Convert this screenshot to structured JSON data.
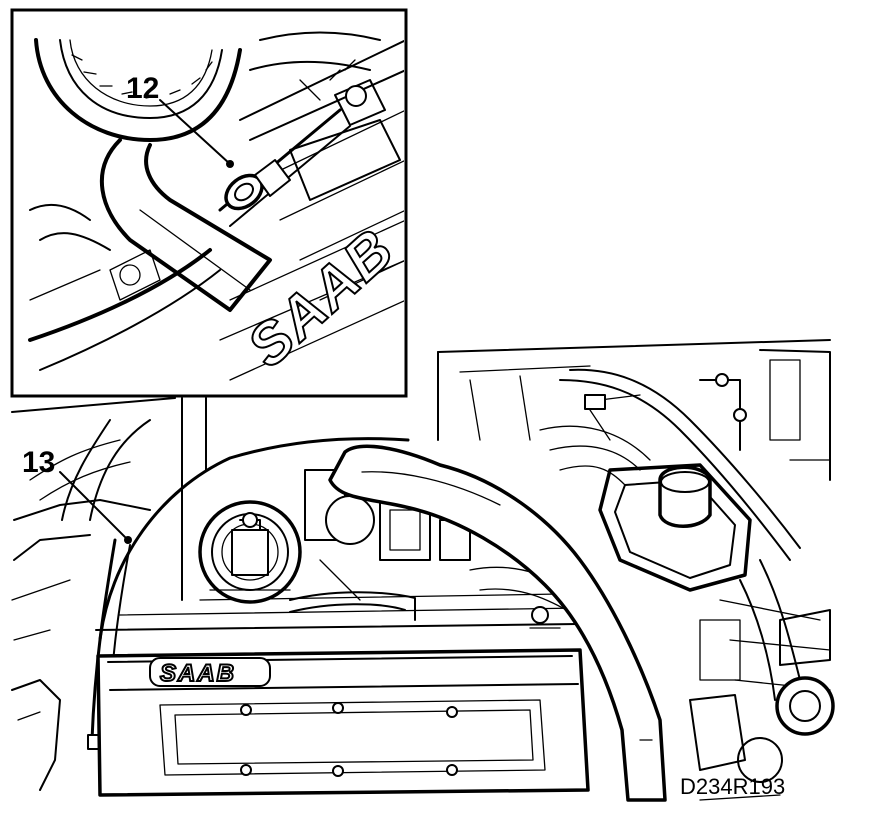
{
  "figure": {
    "callouts": [
      {
        "id": "12",
        "label": "12"
      },
      {
        "id": "13",
        "label": "13"
      }
    ],
    "logo_main": "SAAB",
    "logo_detail": "SAAB",
    "reference_code": "D234R193"
  },
  "colors": {
    "line": "#000000",
    "background": "#ffffff"
  }
}
